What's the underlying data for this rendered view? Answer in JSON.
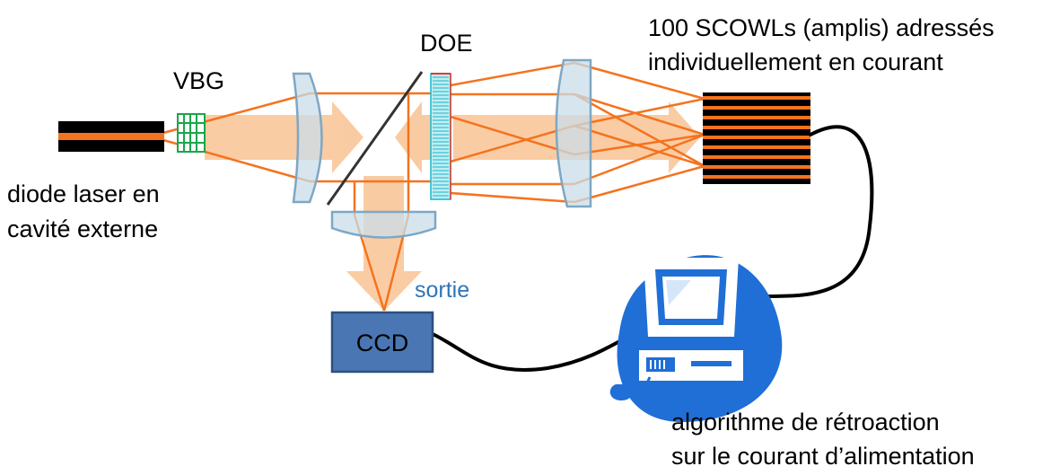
{
  "labels": {
    "vbg": "VBG",
    "doe": "DOE",
    "scowls_line1": "100 SCOWLs (amplis) adressés",
    "scowls_line2": "individuellement en courant",
    "diode_line1": "diode laser en",
    "diode_line2": "cavité externe",
    "sortie": "sortie",
    "ccd": "CCD",
    "algo_line1": "algorithme de rétroaction",
    "algo_line2": "sur le courant d’alimentation"
  },
  "colors": {
    "beam": "#f4731f",
    "beam_wide": "#f9c393",
    "lens_fill": "#c9dde8",
    "lens_stroke": "#7fa7c4",
    "grating": "#1aa64a",
    "doe_fill": "#bfeef2",
    "doe_stroke": "#18b5c8",
    "doe_edge": "#e23a2e",
    "ccd_fill": "#4a76b3",
    "ccd_stroke": "#2d4f80",
    "computer_blue": "#1f6fd6",
    "cable": "#000000",
    "label_blue": "#2e75b6"
  },
  "icons": {
    "computer": "computer-workstation-icon"
  }
}
